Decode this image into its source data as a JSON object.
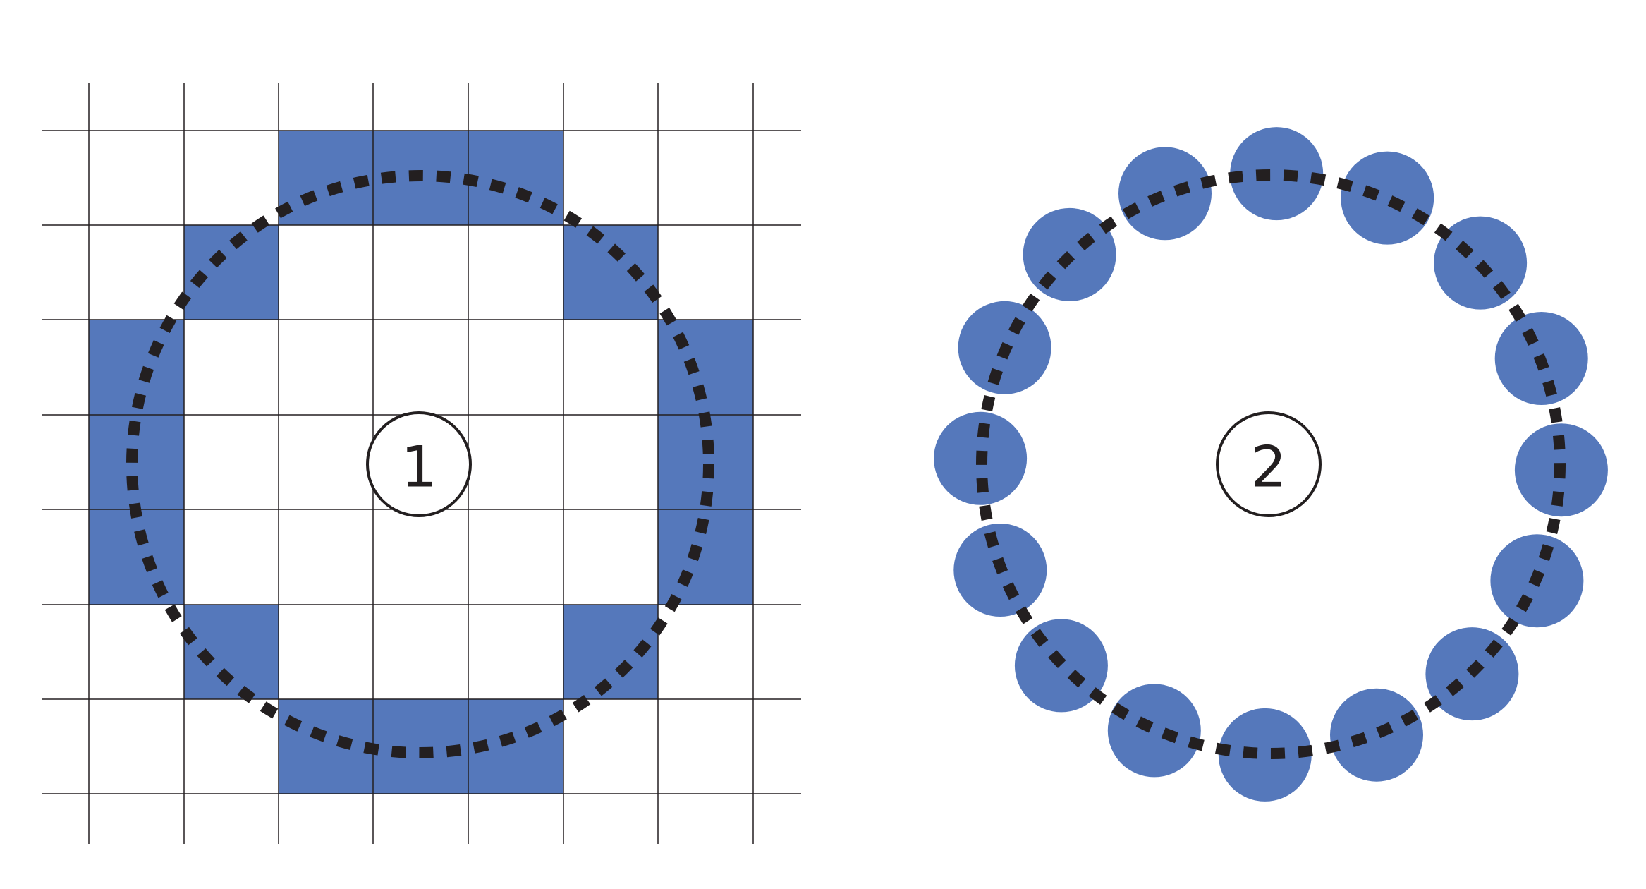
{
  "panels": [
    {
      "id": "grid-approximation",
      "label": "1",
      "fill_color": "#5578bb"
    },
    {
      "id": "circle-approximation",
      "label": "2",
      "fill_color": "#5578bb",
      "marker_count": 16
    }
  ],
  "colors": {
    "grid_line": "#231f20",
    "dotted_circle": "#231f20",
    "background": "#ffffff"
  },
  "icons": {
    "label_badge": "circle-outline"
  }
}
